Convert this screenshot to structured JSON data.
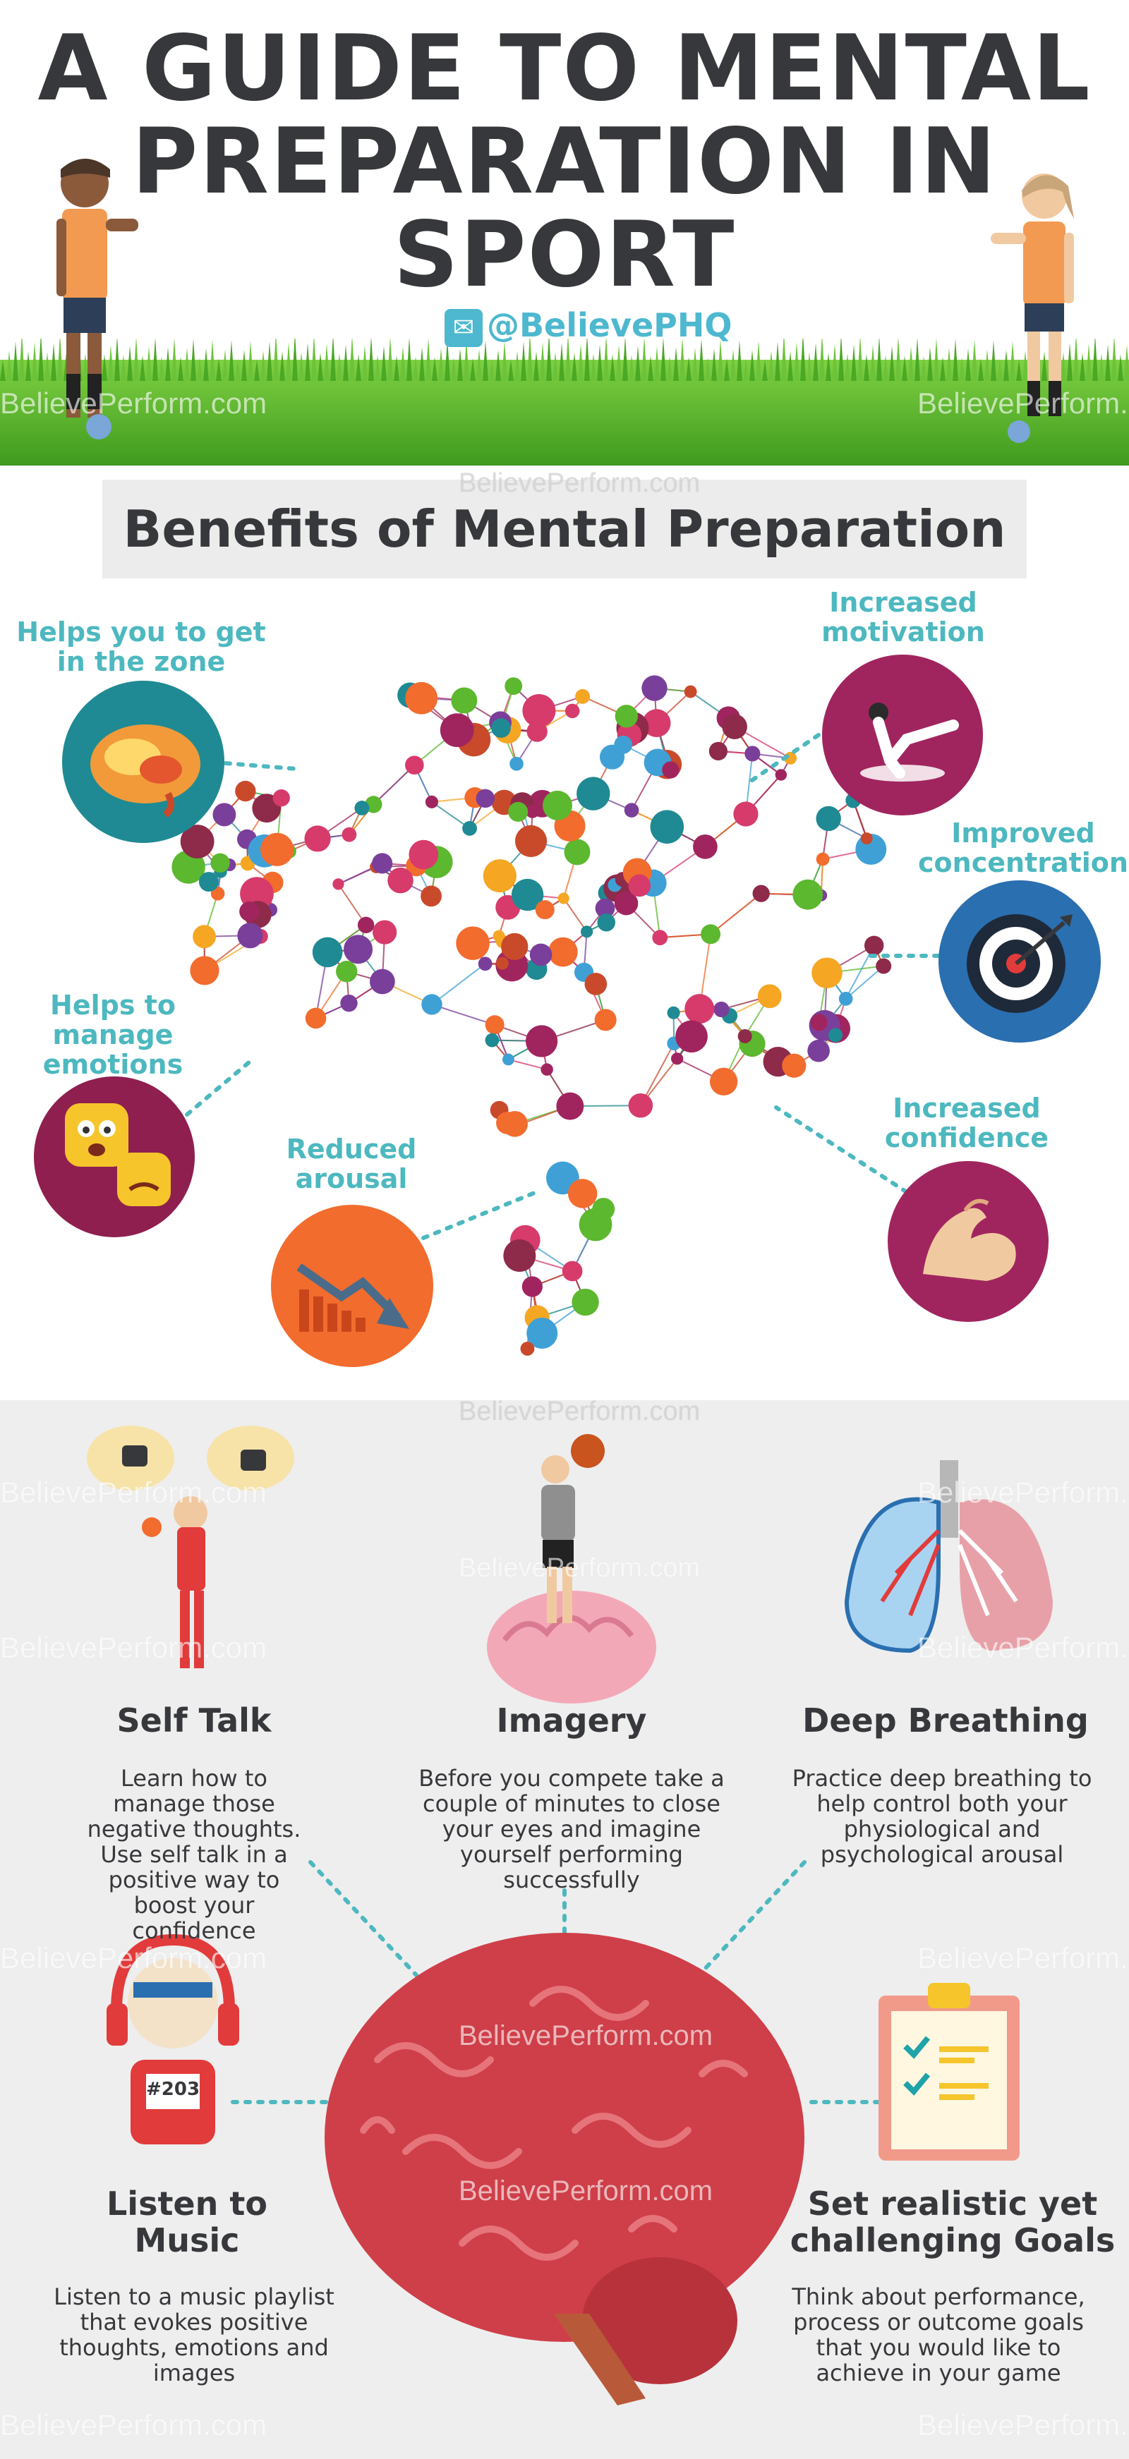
{
  "header": {
    "title_line1": "A GUIDE TO MENTAL",
    "title_line2": "PREPARATION IN",
    "title_line3": "SPORT",
    "handle": "@BelievePHQ"
  },
  "watermark": "BelievePerform.com",
  "benefits": {
    "title": "Benefits of Mental Preparation",
    "zone": "Helps you to get in the zone",
    "motivation": "Increased motivation",
    "concentration": "Improved concentration",
    "emotions": "Helps to manage emotions",
    "arousal": "Reduced arousal",
    "confidence": "Increased confidence"
  },
  "tips": {
    "self_talk": {
      "title": "Self Talk",
      "text": "Learn how to manage those negative thoughts. Use self talk in a positive way to boost your confidence"
    },
    "imagery": {
      "title": "Imagery",
      "text": "Before you compete take a couple of minutes to close your eyes and imagine yourself performing successfully"
    },
    "breathing": {
      "title": "Deep Breathing",
      "text": "Practice deep breathing to help control both your physiological and psychological arousal"
    },
    "music": {
      "title": "Listen to Music",
      "text": "Listen to a music playlist that evokes positive thoughts, emotions and images",
      "bib": "#203"
    },
    "goals": {
      "title": "Set realistic yet challenging Goals",
      "text": "Think about performance, process or outcome goals that you would like to achieve in your game"
    }
  },
  "colors": {
    "title": "#37383b",
    "accent_teal": "#4db8bf",
    "grass": "#5cb82e",
    "magenta": "#a0255f",
    "brain_red": "#d9474f",
    "orange": "#f26c2e",
    "blue": "#2a6fb0"
  }
}
